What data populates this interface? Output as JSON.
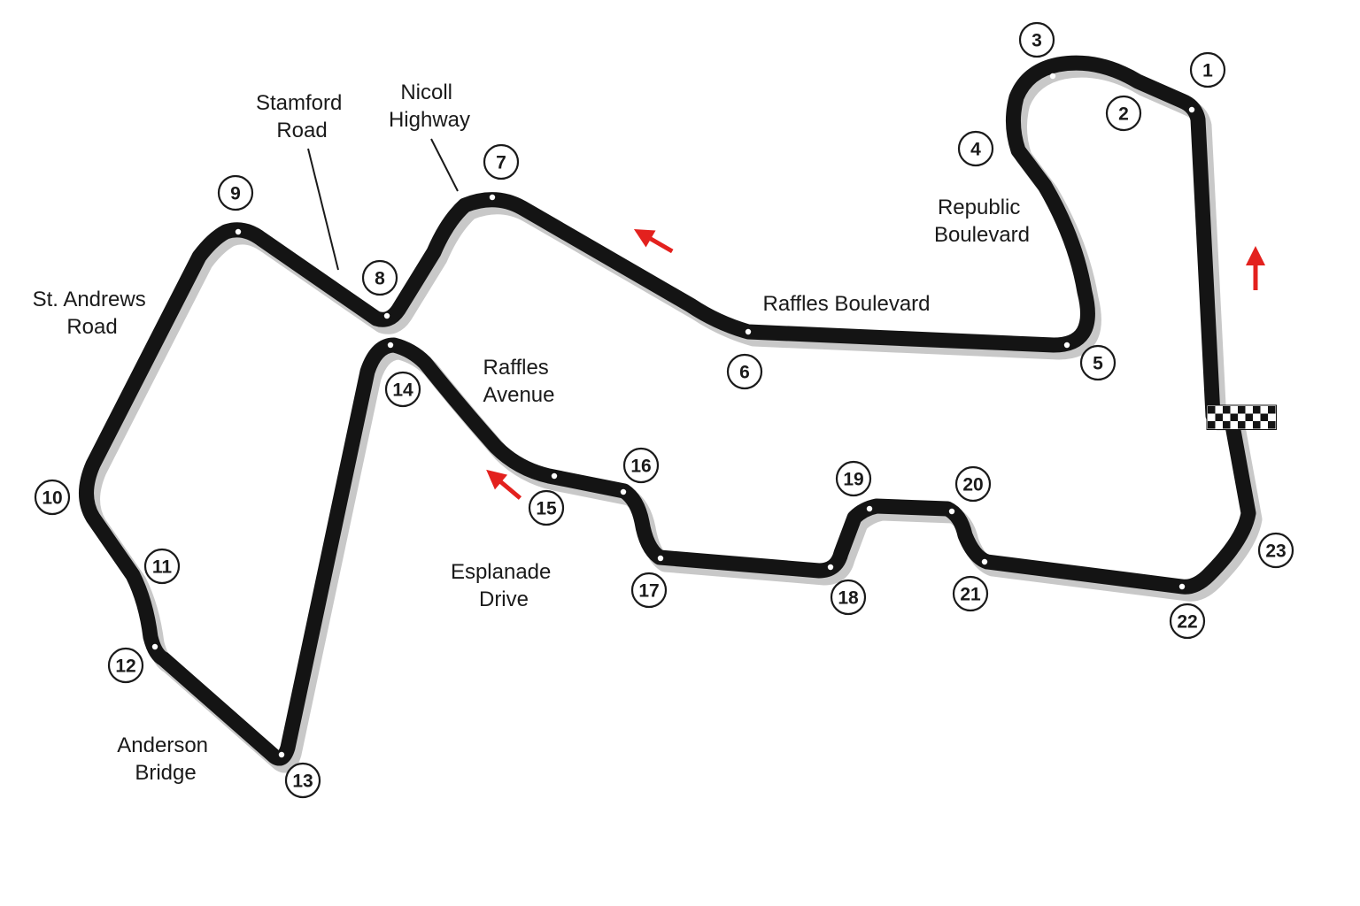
{
  "colors": {
    "track": "#141414",
    "track_shadow": "#c8c8c8",
    "arrow": "#e3211e",
    "label": "#1a1a1a",
    "apex_dot": "#ffffff"
  },
  "track": {
    "turns": [
      {
        "id": 1,
        "label": "1"
      },
      {
        "id": 2,
        "label": "2"
      },
      {
        "id": 3,
        "label": "3"
      },
      {
        "id": 4,
        "label": "4"
      },
      {
        "id": 5,
        "label": "5"
      },
      {
        "id": 6,
        "label": "6"
      },
      {
        "id": 7,
        "label": "7"
      },
      {
        "id": 8,
        "label": "8"
      },
      {
        "id": 9,
        "label": "9"
      },
      {
        "id": 10,
        "label": "10"
      },
      {
        "id": 11,
        "label": "11"
      },
      {
        "id": 12,
        "label": "12"
      },
      {
        "id": 13,
        "label": "13"
      },
      {
        "id": 14,
        "label": "14"
      },
      {
        "id": 15,
        "label": "15"
      },
      {
        "id": 16,
        "label": "16"
      },
      {
        "id": 17,
        "label": "17"
      },
      {
        "id": 18,
        "label": "18"
      },
      {
        "id": 19,
        "label": "19"
      },
      {
        "id": 20,
        "label": "20"
      },
      {
        "id": 21,
        "label": "21"
      },
      {
        "id": 22,
        "label": "22"
      },
      {
        "id": 23,
        "label": "23"
      }
    ]
  },
  "roads": {
    "stamford_road": [
      "Stamford",
      "Road"
    ],
    "nicoll_highway": [
      "Nicoll",
      "Highway"
    ],
    "republic_boulevard": [
      "Republic",
      "Boulevard"
    ],
    "raffles_boulevard": [
      "Raffles Boulevard"
    ],
    "st_andrews_road": [
      "St. Andrews",
      "Road"
    ],
    "raffles_avenue": [
      "Raffles",
      "Avenue"
    ],
    "esplanade_drive": [
      "Esplanade",
      "Drive"
    ],
    "anderson_bridge": [
      "Anderson",
      "Bridge"
    ]
  }
}
